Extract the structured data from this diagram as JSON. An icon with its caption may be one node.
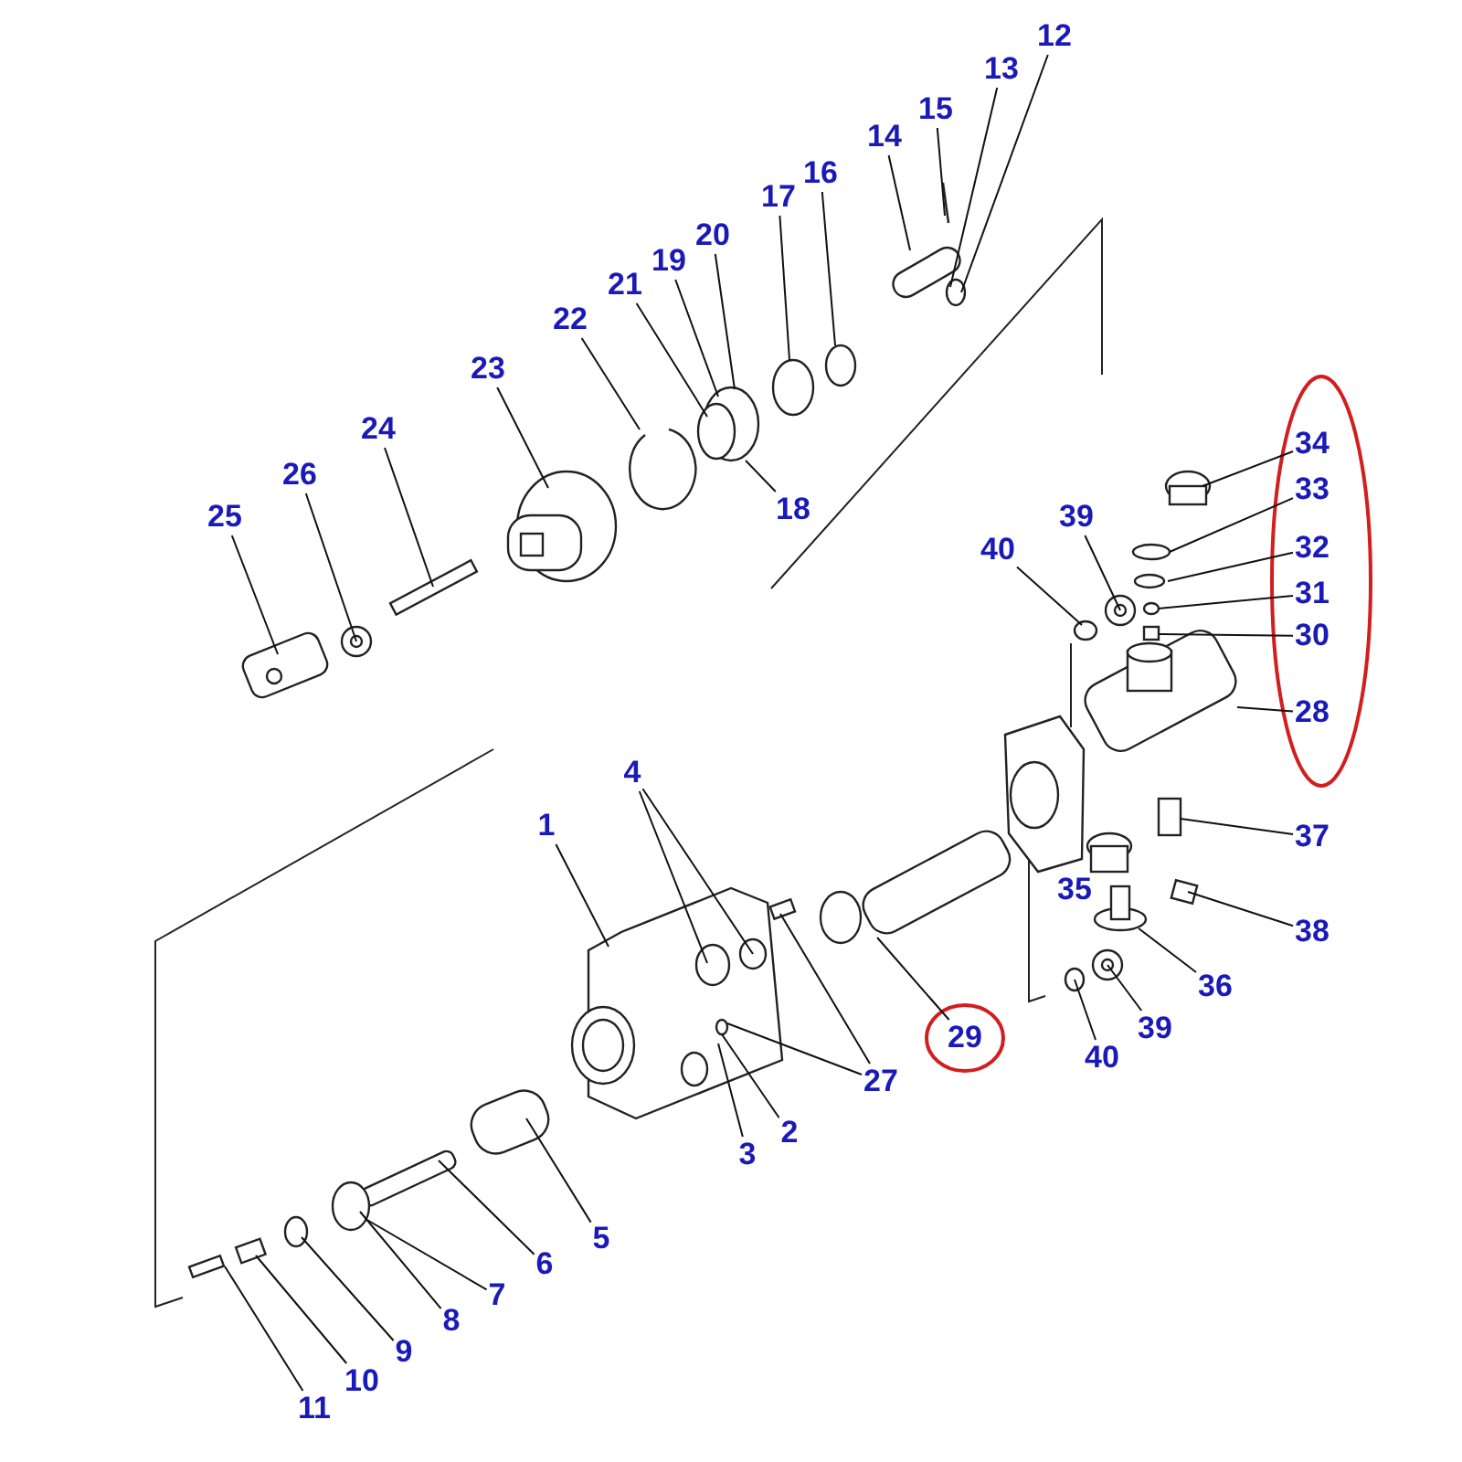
{
  "diagram": {
    "nodes": [
      {
        "text": [
          "12"
        ]
      },
      {
        "text": [
          "13"
        ]
      },
      {
        "text": [
          "15"
        ]
      },
      {
        "text": [
          "14"
        ]
      },
      {
        "text": [
          "16"
        ]
      },
      {
        "text": [
          "17"
        ]
      },
      {
        "text": [
          "20"
        ]
      },
      {
        "text": [
          "19"
        ]
      },
      {
        "text": [
          "21"
        ]
      },
      {
        "text": [
          "22"
        ]
      },
      {
        "text": [
          "23"
        ]
      },
      {
        "text": [
          "24"
        ]
      },
      {
        "text": [
          "26"
        ]
      },
      {
        "text": [
          "25"
        ]
      },
      {
        "text": [
          "18"
        ]
      },
      {
        "text": [
          "34"
        ]
      },
      {
        "text": [
          "33"
        ]
      },
      {
        "text": [
          "39"
        ]
      },
      {
        "text": [
          "32"
        ]
      },
      {
        "text": [
          "40"
        ]
      },
      {
        "text": [
          "31"
        ]
      },
      {
        "text": [
          "30"
        ]
      },
      {
        "text": [
          "28"
        ]
      },
      {
        "text": [
          "4"
        ]
      },
      {
        "text": [
          "1"
        ]
      },
      {
        "text": [
          "37"
        ]
      },
      {
        "text": [
          "38"
        ]
      },
      {
        "text": [
          "36"
        ]
      },
      {
        "text": [
          "29"
        ]
      },
      {
        "text": [
          "39"
        ]
      },
      {
        "text": [
          "40"
        ]
      },
      {
        "text": [
          "27"
        ]
      },
      {
        "text": [
          "2"
        ]
      },
      {
        "text": [
          "3"
        ]
      },
      {
        "text": [
          "5"
        ]
      },
      {
        "text": [
          "6"
        ]
      },
      {
        "text": [
          "7"
        ]
      },
      {
        "text": [
          "8"
        ]
      },
      {
        "text": [
          "9"
        ]
      },
      {
        "text": [
          "10"
        ]
      },
      {
        "text": [
          "11"
        ]
      }
    ],
    "edges": [
      {
        "from": 0,
        "to": null,
        "arrow": "none"
      },
      {
        "from": 1,
        "to": null,
        "arrow": "none"
      },
      {
        "from": 2,
        "to": null,
        "arrow": "none"
      },
      {
        "from": 3,
        "to": null,
        "arrow": "none"
      },
      {
        "from": 4,
        "to": null,
        "arrow": "none"
      },
      {
        "from": 5,
        "to": null,
        "arrow": "none"
      },
      {
        "from": 6,
        "to": null,
        "arrow": "none"
      },
      {
        "from": 7,
        "to": null,
        "arrow": "none"
      },
      {
        "from": 8,
        "to": null,
        "arrow": "none"
      },
      {
        "from": 9,
        "to": null,
        "arrow": "none"
      },
      {
        "from": 10,
        "to": null,
        "arrow": "none"
      },
      {
        "from": 11,
        "to": null,
        "arrow": "none"
      },
      {
        "from": 12,
        "to": null,
        "arrow": "none"
      },
      {
        "from": 13,
        "to": null,
        "arrow": "none"
      },
      {
        "from": 14,
        "to": null,
        "arrow": "none"
      },
      {
        "from": 15,
        "to": null,
        "arrow": "none"
      },
      {
        "from": 16,
        "to": null,
        "arrow": "none"
      },
      {
        "from": 17,
        "to": null,
        "arrow": "none"
      },
      {
        "from": 18,
        "to": null,
        "arrow": "none"
      },
      {
        "from": 19,
        "to": null,
        "arrow": "none"
      },
      {
        "from": 20,
        "to": null,
        "arrow": "none"
      },
      {
        "from": 21,
        "to": null,
        "arrow": "none"
      },
      {
        "from": 22,
        "to": null,
        "arrow": "none"
      },
      {
        "from": 23,
        "to": null,
        "arrow": "none"
      },
      {
        "from": 23,
        "to": null,
        "arrow": "none"
      },
      {
        "from": 24,
        "to": null,
        "arrow": "none"
      },
      {
        "from": 25,
        "to": null,
        "arrow": "none"
      },
      {
        "from": 26,
        "to": null,
        "arrow": "none"
      },
      {
        "from": 27,
        "to": null,
        "arrow": "none"
      },
      {
        "from": 28,
        "to": null,
        "arrow": "none"
      },
      {
        "from": 29,
        "to": null,
        "arrow": "none"
      },
      {
        "from": 30,
        "to": null,
        "arrow": "none"
      },
      {
        "from": 31,
        "to": null,
        "arrow": "none"
      },
      {
        "from": 31,
        "to": null,
        "arrow": "none"
      },
      {
        "from": 32,
        "to": null,
        "arrow": "none"
      },
      {
        "from": 33,
        "to": null,
        "arrow": "none"
      },
      {
        "from": 34,
        "to": null,
        "arrow": "none"
      },
      {
        "from": 35,
        "to": null,
        "arrow": "none"
      },
      {
        "from": 36,
        "to": null,
        "arrow": "none"
      },
      {
        "from": 37,
        "to": null,
        "arrow": "none"
      },
      {
        "from": 38,
        "to": null,
        "arrow": "none"
      },
      {
        "from": 39,
        "to": null,
        "arrow": "none"
      },
      {
        "from": 40,
        "to": null,
        "arrow": "none"
      }
    ],
    "labels": [
      "35"
    ]
  }
}
